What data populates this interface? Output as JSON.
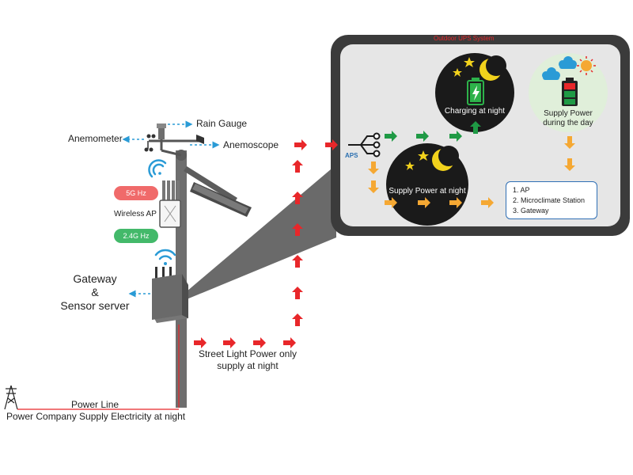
{
  "title": "Outdoor UPS System",
  "labels": {
    "rain_gauge": "Rain Gauge",
    "anemometer": "Anemometer",
    "anemoscope": "Anemoscope",
    "wireless_ap": "Wireless AP",
    "band_5g": "5G Hz",
    "band_24g": "2.4G Hz",
    "gateway_line1": "Gateway",
    "gateway_line2": "&",
    "gateway_line3": "Sensor server",
    "street_light_line1": "Street Light Power only",
    "street_light_line2": "supply at night",
    "power_line": "Power Line",
    "power_company": "Power Company Supply Electricity at night"
  },
  "ups": {
    "aps": "APS",
    "charging": "Charging at night",
    "supply_night": "Supply Power at night",
    "supply_day_line1": "Supply Power",
    "supply_day_line2": "during the day",
    "loads": [
      "1. AP",
      "2. Microclimate Station",
      "3. Gateway"
    ]
  },
  "colors": {
    "red_arrow": "#e8272a",
    "green_arrow": "#1f9a45",
    "orange_arrow": "#f5a833",
    "blue_dash": "#2a9bd6",
    "pole": "#6e6e6e",
    "box_bg": "#e6e6e6",
    "box_border": "#3a3a3a",
    "band_5g": "#f06a6a",
    "band_24g": "#43b96a"
  }
}
